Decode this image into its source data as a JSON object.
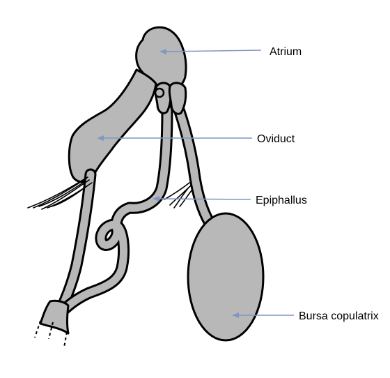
{
  "labels": {
    "atrium": "Atrium",
    "oviduct": "Oviduct",
    "epiphallus": "Epiphallus",
    "bursa_copulatrix": "Bursa copulatrix"
  },
  "colors": {
    "organ_fill": "#b8b8b8",
    "outline": "#000000",
    "leader_line": "#7f97c3"
  }
}
